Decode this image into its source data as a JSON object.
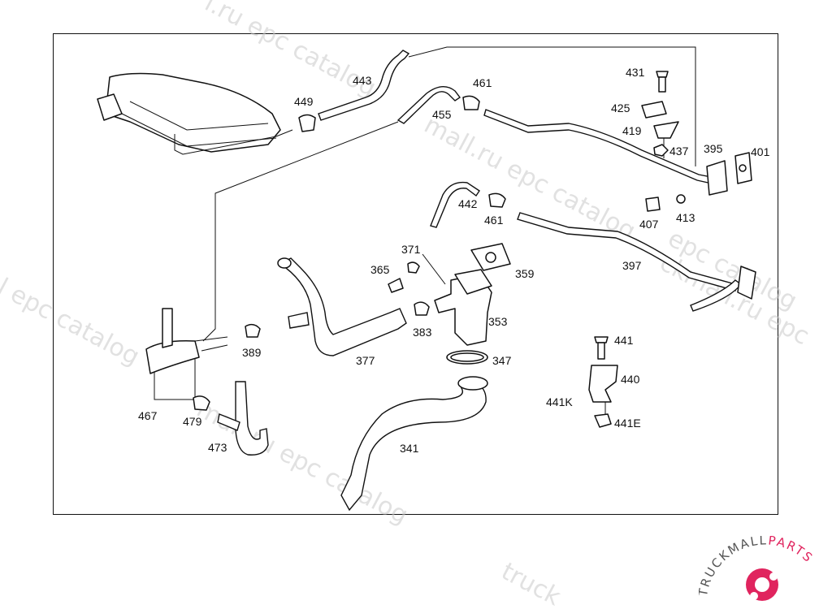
{
  "callouts": [
    "443",
    "449",
    "461",
    "455",
    "431",
    "425",
    "419",
    "437",
    "395",
    "401",
    "442",
    "461",
    "407",
    "413",
    "397",
    "371",
    "365",
    "359",
    "353",
    "383",
    "377",
    "389",
    "347",
    "441",
    "440",
    "441K",
    "441E",
    "467",
    "479",
    "473",
    "341"
  ],
  "watermarks": [
    "l.ru epc catalog",
    "mall.ru epc catalog",
    "epc catalog",
    "l epc catalog",
    "ckmall.ru epc",
    "mall.ru epc catalog",
    "truck"
  ],
  "logo": {
    "text_dark": "TRUCKMALL",
    "text_accent": "PARTS",
    "accent_color": "#e0245e",
    "dark_color": "#555555"
  }
}
